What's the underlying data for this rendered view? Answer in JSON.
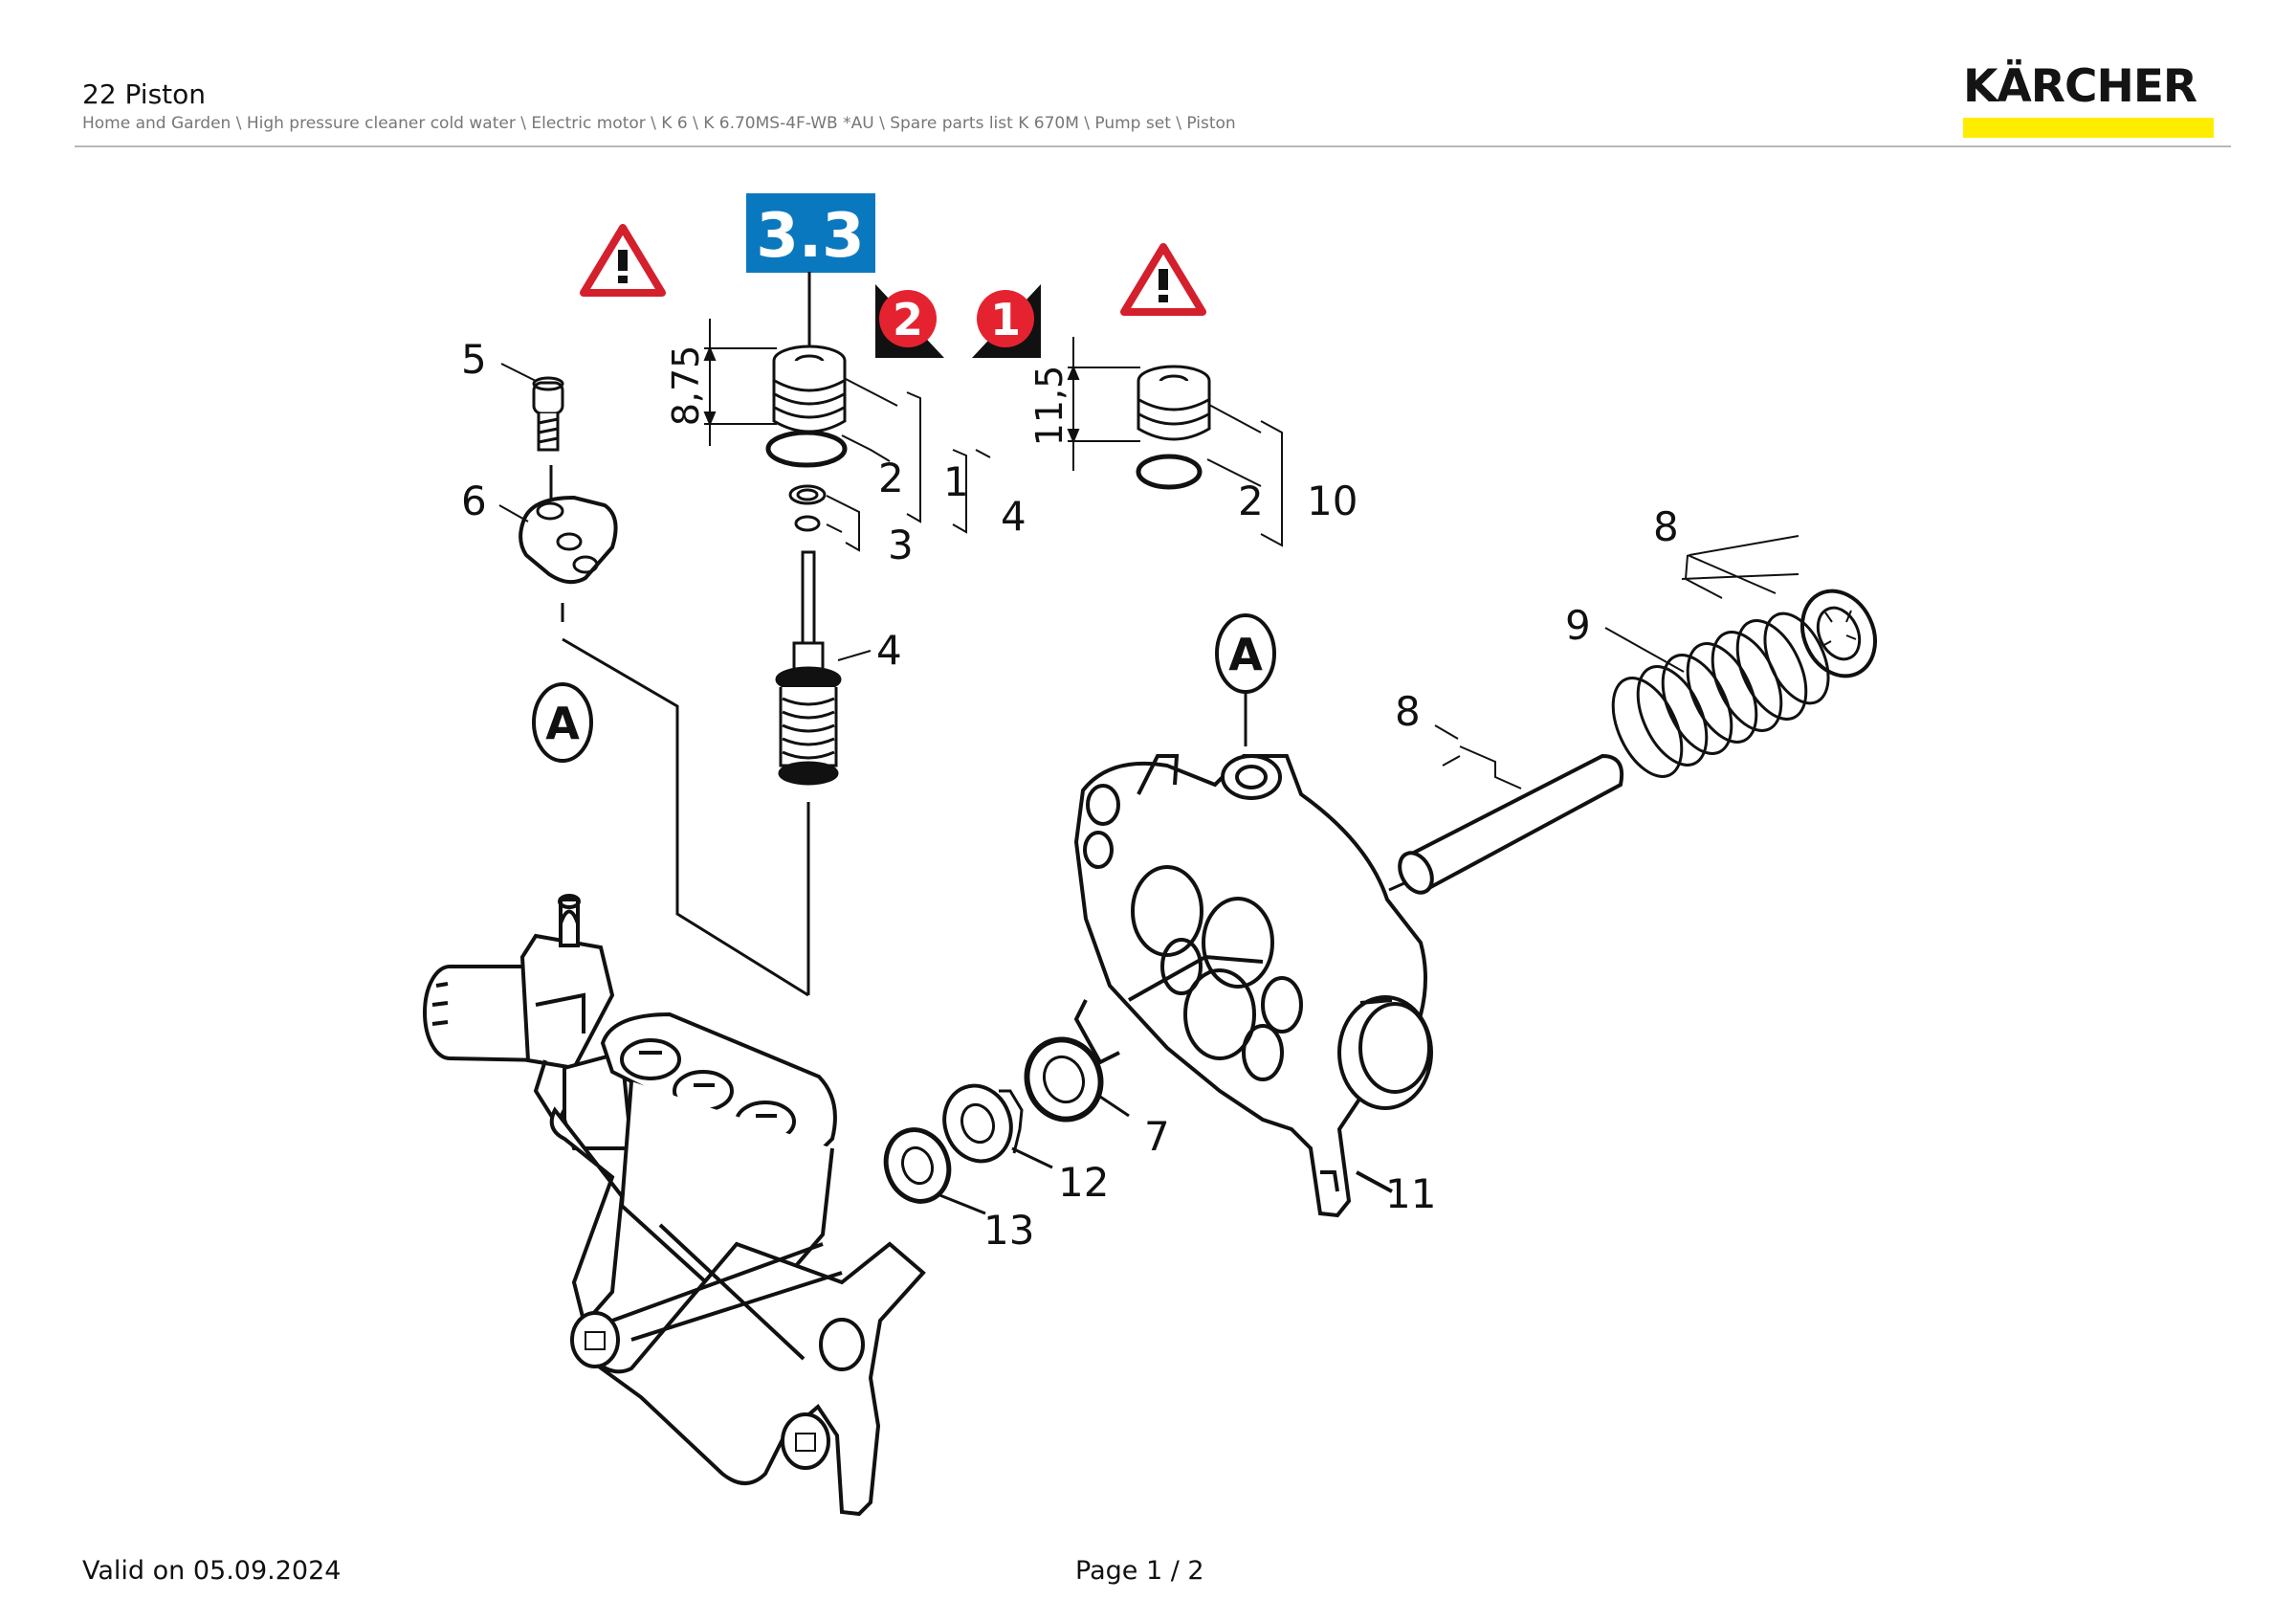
{
  "header": {
    "title": "22 Piston",
    "breadcrumb": "Home and Garden \\ High pressure cleaner cold water \\ Electric motor \\ K 6 \\ K 6.70MS-4F-WB *AU \\ Spare parts list K 670M \\ Pump set \\ Piston"
  },
  "logo": {
    "text": "KÄRCHER",
    "bar_color": "#ffed00"
  },
  "diagram": {
    "badge_33": "3.3",
    "badge_33_color": "#0a78be",
    "badge_two": "2",
    "badge_one": "1",
    "badge_red": "#e52330",
    "ref_a": "A",
    "dim_875": "8,75",
    "dim_115": "11,5",
    "parts": {
      "p1": "1",
      "p2a": "2",
      "p2b": "2",
      "p3": "3",
      "p4a": "4",
      "p4b": "4",
      "p5": "5",
      "p6": "6",
      "p7": "7",
      "p8a": "8",
      "p8b": "8",
      "p9": "9",
      "p10": "10",
      "p11": "11",
      "p12": "12",
      "p13": "13"
    }
  },
  "footer": {
    "valid": "Valid on 05.09.2024",
    "page": "Page 1 / 2"
  }
}
